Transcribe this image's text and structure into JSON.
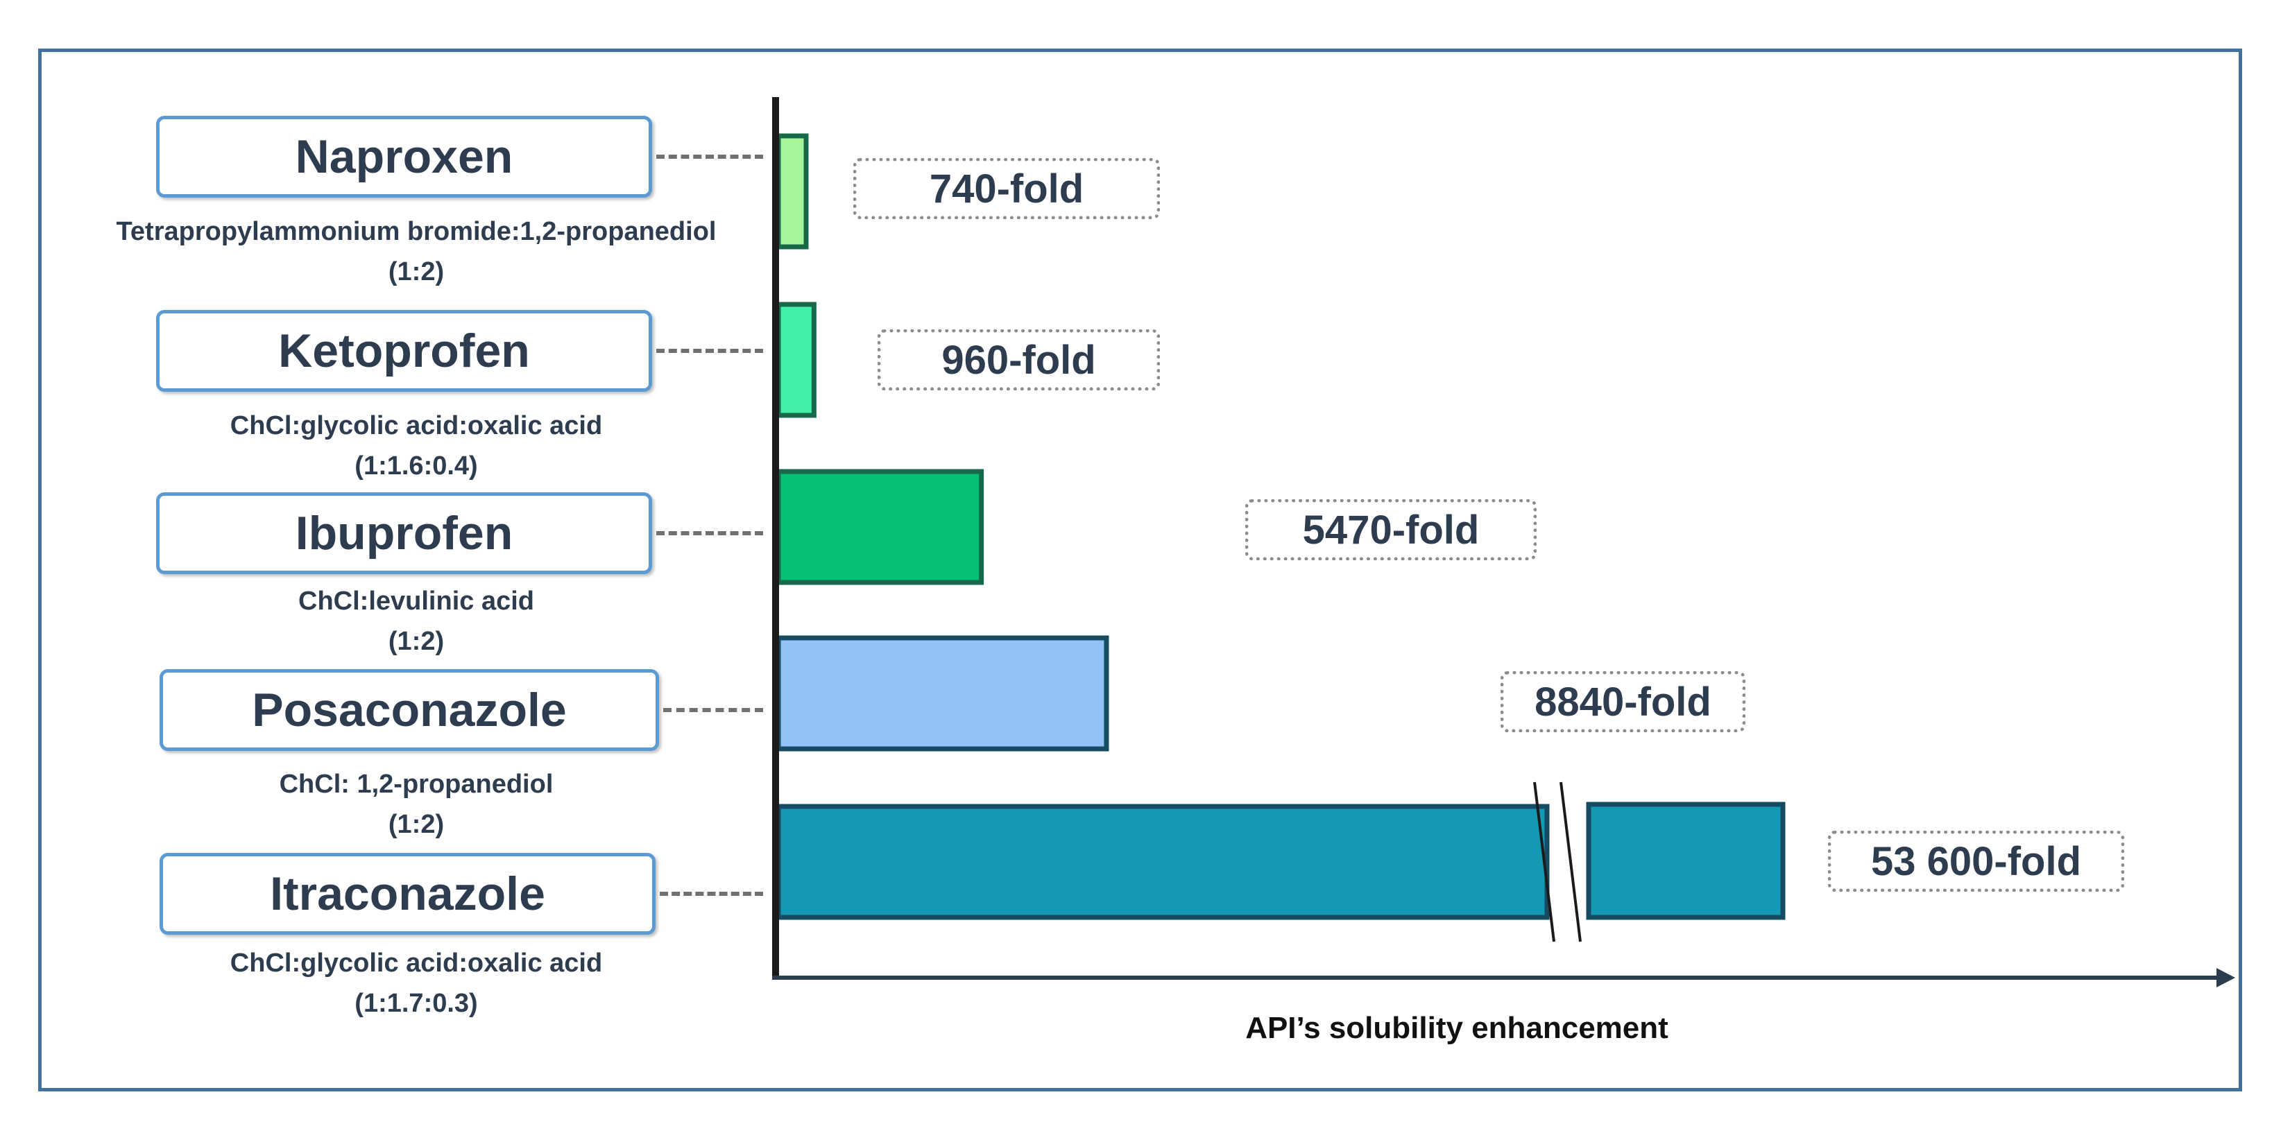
{
  "chart_data": {
    "type": "bar",
    "orientation": "horizontal",
    "xlabel": "API’s solubility enhancement",
    "axis_break": true,
    "categories": [
      "Naproxen",
      "Ketoprofen",
      "Ibuprofen",
      "Posaconazole",
      "Itraconazole"
    ],
    "values": [
      740,
      960,
      5470,
      8840,
      53600
    ],
    "value_labels": [
      "740-fold",
      "960-fold",
      "5470-fold",
      "8840-fold",
      "53 600-fold"
    ],
    "solvents": [
      {
        "name": "Tetrapropylammonium bromide:1,2-propanediol",
        "ratio": "(1:2)"
      },
      {
        "name": "ChCl:glycolic acid:oxalic acid",
        "ratio": "(1:1.6:0.4)"
      },
      {
        "name": "ChCl:levulinic acid",
        "ratio": "(1:2)"
      },
      {
        "name": "ChCl: 1,2-propanediol",
        "ratio": "(1:2)"
      },
      {
        "name": "ChCl:glycolic acid:oxalic acid",
        "ratio": "(1:1.7:0.3)"
      }
    ],
    "colors": [
      {
        "fill": "#a6f59b",
        "stroke": "#17694a"
      },
      {
        "fill": "#42efa9",
        "stroke": "#17694a"
      },
      {
        "fill": "#06c174",
        "stroke": "#17694a"
      },
      {
        "fill": "#93c0f7",
        "stroke": "#174a63"
      },
      {
        "fill": "#1499b4",
        "stroke": "#174a63"
      }
    ],
    "grid": false,
    "legend": "none"
  }
}
